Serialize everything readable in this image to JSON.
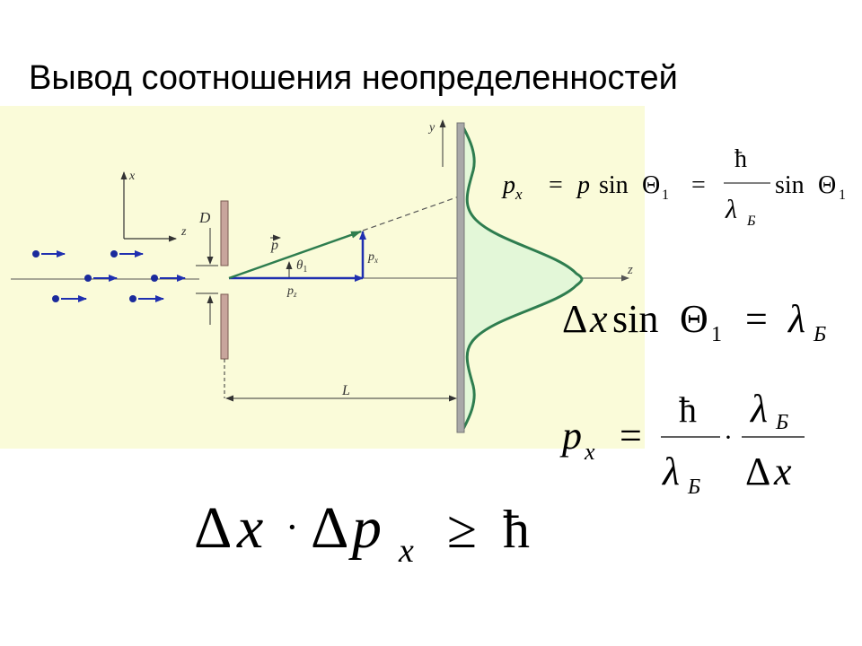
{
  "slide": {
    "title": "Вывод соотношения неопределенностей"
  },
  "diagram": {
    "axis_x": "x",
    "axis_z_small": "z",
    "axis_y": "y",
    "axis_z_main": "z",
    "slit_width": "D",
    "vec_p": "p",
    "angle": "θ",
    "angle_sub": "1",
    "comp_px": "p",
    "comp_px_sub": "x",
    "comp_pz": "p",
    "comp_pz_sub": "z",
    "distance": "L",
    "colors": {
      "panel": "#fafbd9",
      "wave": "#2e7d4f",
      "wave_fill": "#e3f7d8",
      "arrow_blue": "#1f2fb0",
      "particle": "#1a2a9c",
      "screen": "#8a8a8a"
    }
  },
  "formulas": {
    "f1": {
      "p": "p",
      "x": "x",
      "eq": "=",
      "sin": "sin",
      "theta": "Θ",
      "one": "1",
      "hbar": "ħ",
      "lambda": "λ",
      "B": "Б"
    },
    "f2": {
      "delta": "Δ",
      "x": "x",
      "sin": "sin",
      "theta": "Θ",
      "one": "1",
      "eq": "=",
      "lambda": "λ",
      "B": "Б"
    },
    "f3": {
      "p": "p",
      "x": "x",
      "eq": "=",
      "hbar": "ħ",
      "lambda": "λ",
      "B": "Б",
      "dot": "·",
      "delta": "Δ"
    },
    "f4": {
      "delta": "Δ",
      "x": "x",
      "dot": "·",
      "p": "p",
      "sub": "x",
      "geq": "≥",
      "hbar": "ħ"
    }
  }
}
